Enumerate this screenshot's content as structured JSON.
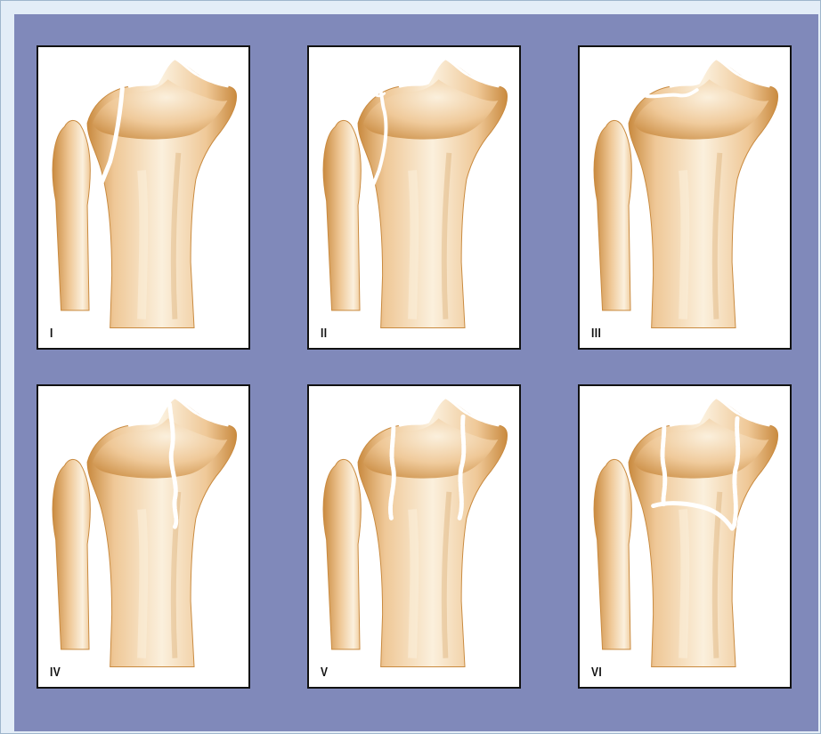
{
  "panels": [
    {
      "label": "I"
    },
    {
      "label": "II"
    },
    {
      "label": "III"
    },
    {
      "label": "IV"
    },
    {
      "label": "V"
    },
    {
      "label": "VI"
    }
  ],
  "colors": {
    "outer_background": "#e3edf7",
    "plate": "#8089ba",
    "panel_background": "#ffffff",
    "panel_border": "#121212",
    "bone": "#efc897",
    "bone_shadow": "#c98a3f",
    "bone_highlight": "#fbf0dd",
    "fracture_line": "#ffffff"
  },
  "icons": [
    "tibia-bone-icon",
    "fibula-bone-icon",
    "fracture-line-icon"
  ]
}
